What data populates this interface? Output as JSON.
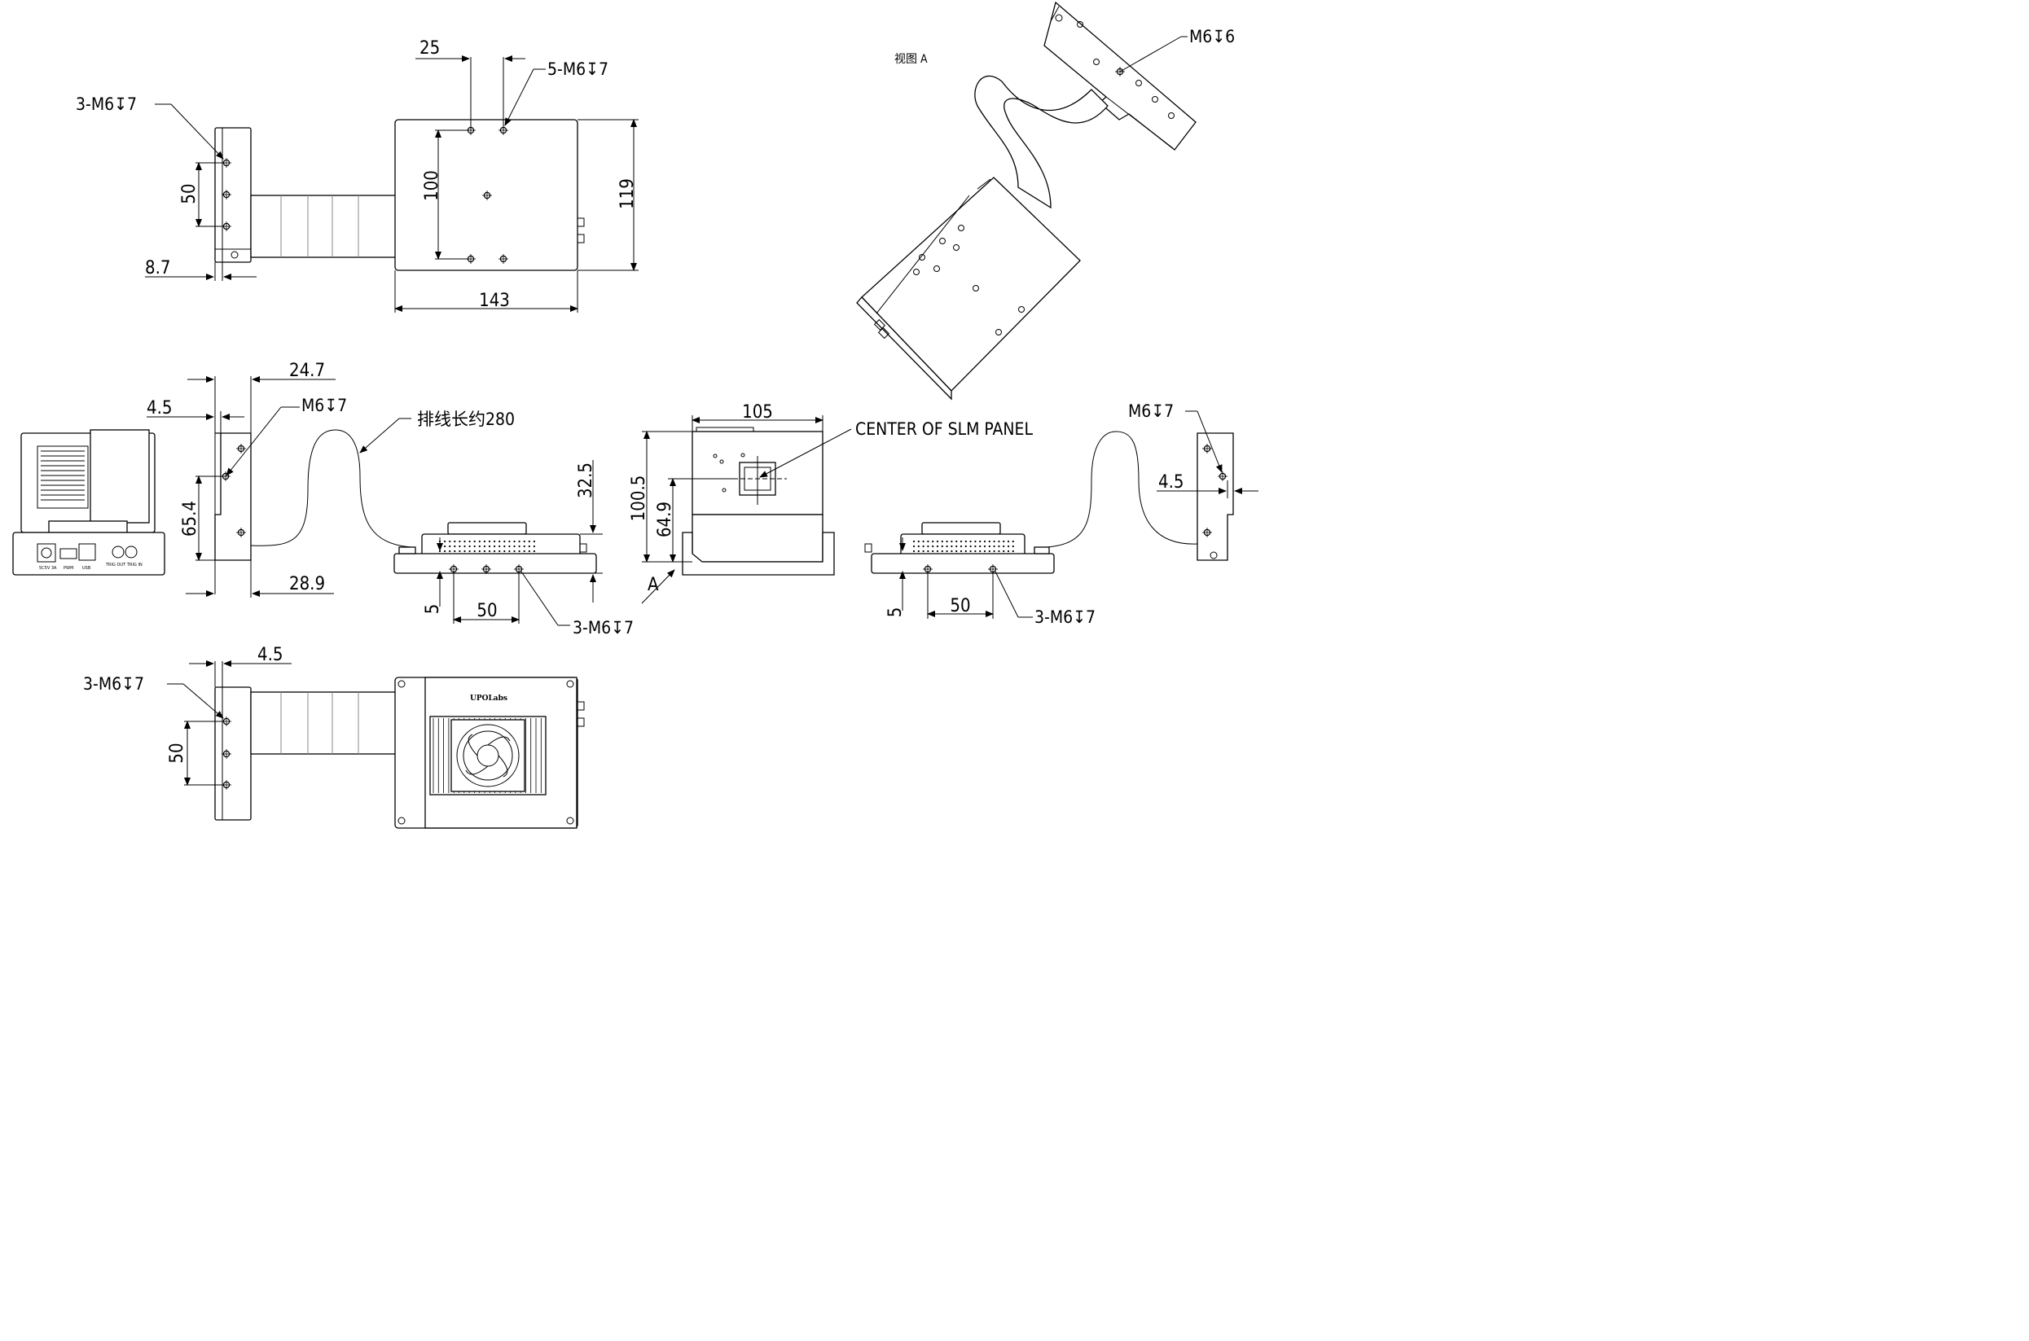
{
  "views": {
    "top_view": {
      "left_block_callout": "3-M6↧7",
      "left_block_spacing": "50",
      "left_block_offset": "8.7",
      "top_hole_spacing": "25",
      "top_holes_callout": "5-M6↧7",
      "vertical_hole_spacing": "100",
      "body_height": "119",
      "body_width": "143"
    },
    "view_a": {
      "title": "视图 A",
      "callout": "M6↧6"
    },
    "side_view": {
      "connector_labels": [
        "5C5V 3A",
        "PWM",
        "USB",
        "TRIG OUT",
        "TRIG IN"
      ],
      "block_width": "24.7",
      "block_offset": "4.5",
      "block_callout": "M6↧7",
      "block_hole_spacing": "65.4",
      "block_bottom": "28.9",
      "cable_note": "排线长约280",
      "head_height": "32.5",
      "head_edge_offset": "5",
      "head_hole_spacing": "50",
      "head_callout": "3-M6↧7"
    },
    "front_view": {
      "width": "105",
      "height": "100.5",
      "center_height": "64.9",
      "center_note": "CENTER OF SLM PANEL",
      "arrow_label": "A"
    },
    "right_view": {
      "block_callout": "M6↧7",
      "block_offset": "4.5",
      "head_edge_offset": "5",
      "head_hole_spacing": "50",
      "head_callout": "3-M6↧7"
    },
    "bottom_view": {
      "block_offset": "4.5",
      "block_callout": "3-M6↧7",
      "block_hole_spacing": "50",
      "brand": "UPOLabs"
    }
  }
}
